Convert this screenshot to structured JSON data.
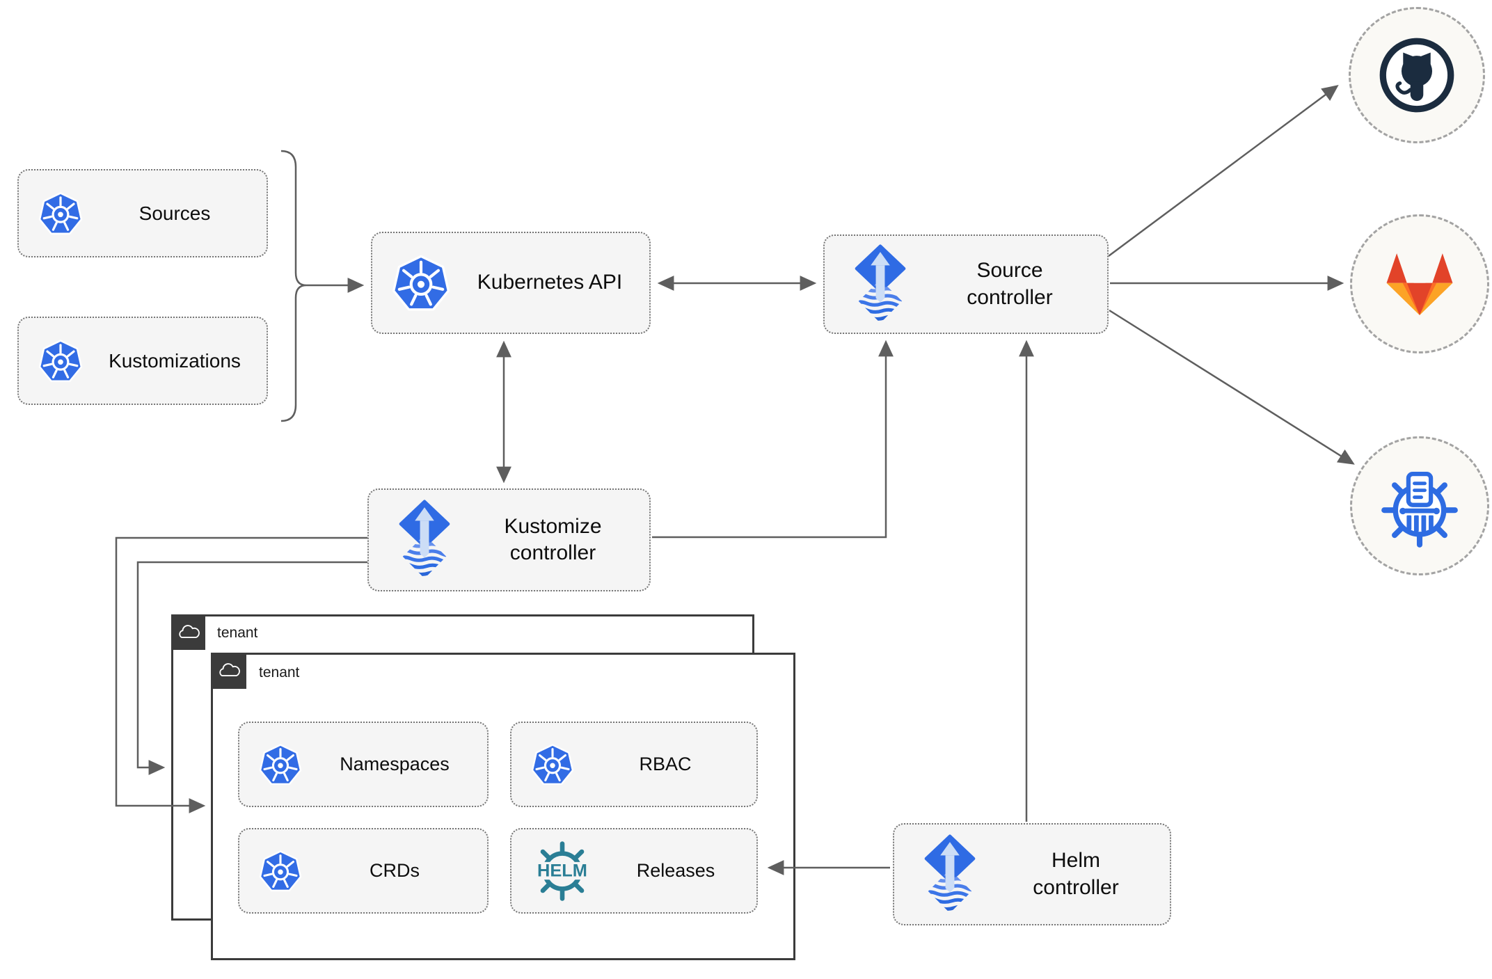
{
  "diagram": {
    "nodes": {
      "sources": {
        "label": "Sources"
      },
      "kustomizations": {
        "label": "Kustomizations"
      },
      "kubernetes_api": {
        "label": "Kubernetes API"
      },
      "source_controller": {
        "label": "Source controller"
      },
      "kustomize_controller": {
        "label": "Kustomize controller"
      },
      "helm_controller": {
        "label": "Helm controller"
      },
      "tenant_outer": {
        "label": "tenant"
      },
      "tenant_inner": {
        "label": "tenant"
      },
      "namespaces": {
        "label": "Namespaces"
      },
      "rbac": {
        "label": "RBAC"
      },
      "crds": {
        "label": "CRDs"
      },
      "releases": {
        "label": "Releases"
      }
    },
    "icon_text": {
      "helm": "HELM"
    },
    "icons": [
      "kubernetes-icon",
      "flux-icon",
      "helm-wheel-icon",
      "cloud-icon",
      "github-octocat-icon",
      "gitlab-tanuki-icon",
      "oci-registry-icon"
    ],
    "colors": {
      "kubernetes_blue": "#326CE5",
      "flux_blue": "#2F6BE4",
      "flux_arrow_light": "#CCDDF6",
      "helm_teal": "#2A7E95",
      "github_navy": "#1B2C3F",
      "gitlab_orange_dark": "#E24329",
      "gitlab_orange_mid": "#FC6D26",
      "gitlab_orange_light": "#FCA326",
      "registry_blue": "#2E6CE2",
      "arrow_gray": "#5E5E5E",
      "node_fill": "#F5F5F5",
      "tenant_border": "#3B3B3B",
      "circle_fill": "#FAF9F5"
    }
  }
}
